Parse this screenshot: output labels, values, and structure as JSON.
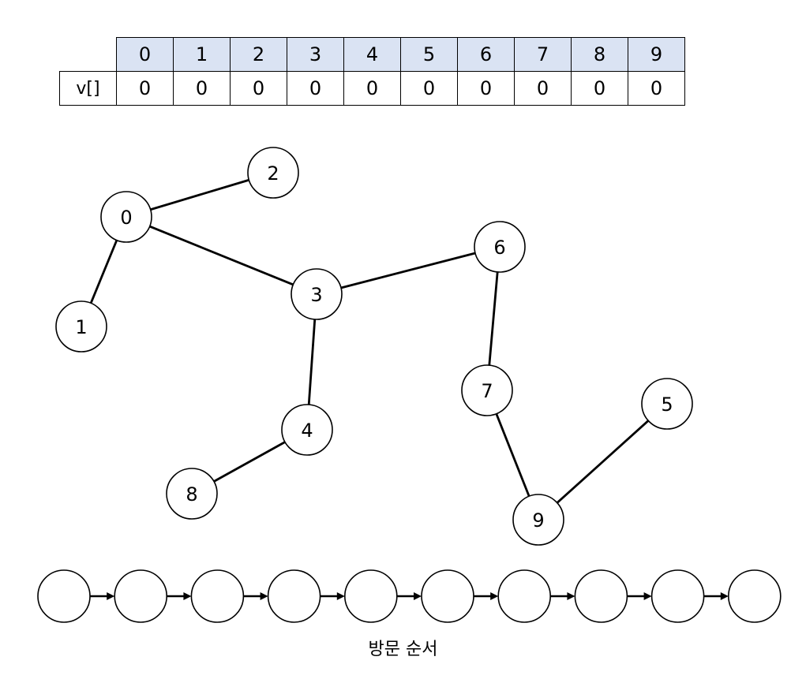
{
  "table": {
    "indices": [
      "0",
      "1",
      "2",
      "3",
      "4",
      "5",
      "6",
      "7",
      "8",
      "9"
    ],
    "row_label": "v[]",
    "values": [
      "0",
      "0",
      "0",
      "0",
      "0",
      "0",
      "0",
      "0",
      "0",
      "0"
    ],
    "header_color": "#dae3f3"
  },
  "graph": {
    "nodes": [
      {
        "id": "0",
        "label": "0"
      },
      {
        "id": "1",
        "label": "1"
      },
      {
        "id": "2",
        "label": "2"
      },
      {
        "id": "3",
        "label": "3"
      },
      {
        "id": "4",
        "label": "4"
      },
      {
        "id": "5",
        "label": "5"
      },
      {
        "id": "6",
        "label": "6"
      },
      {
        "id": "7",
        "label": "7"
      },
      {
        "id": "8",
        "label": "8"
      },
      {
        "id": "9",
        "label": "9"
      }
    ],
    "edges": [
      [
        "0",
        "2"
      ],
      [
        "0",
        "1"
      ],
      [
        "0",
        "3"
      ],
      [
        "3",
        "6"
      ],
      [
        "3",
        "4"
      ],
      [
        "4",
        "8"
      ],
      [
        "6",
        "7"
      ],
      [
        "7",
        "9"
      ],
      [
        "9",
        "5"
      ]
    ]
  },
  "visit_order": {
    "slots": [
      "",
      "",
      "",
      "",
      "",
      "",
      "",
      "",
      "",
      ""
    ],
    "caption": "방문 순서"
  }
}
